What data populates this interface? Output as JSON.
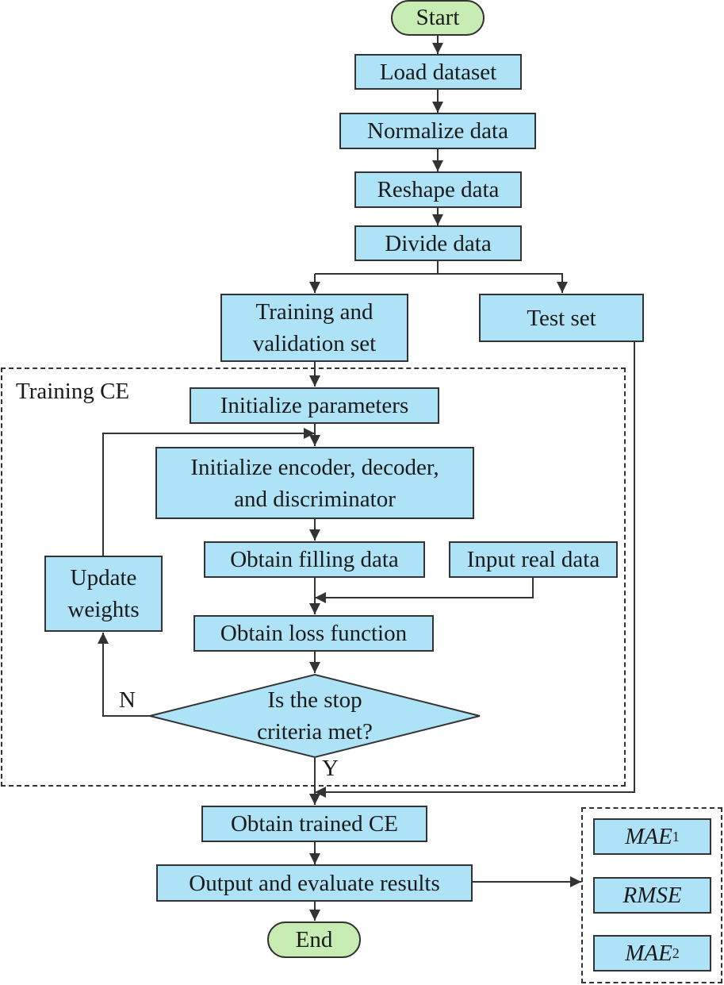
{
  "nodes": {
    "start": "Start",
    "load": "Load dataset",
    "normalize": "Normalize data",
    "reshape": "Reshape data",
    "divide": "Divide data",
    "train_val_1": "Training and",
    "train_val_2": "validation set",
    "test": "Test set",
    "group_label": "Training CE",
    "init_params": "Initialize parameters",
    "init_models_1": "Initialize encoder, decoder,",
    "init_models_2": "and discriminator",
    "filling": "Obtain filling data",
    "real": "Input real data",
    "loss": "Obtain loss function",
    "update_1": "Update",
    "update_2": "weights",
    "decision_1": "Is the stop",
    "decision_2": "criteria met?",
    "no": "N",
    "yes": "Y",
    "trained": "Obtain trained CE",
    "output": "Output and evaluate results",
    "end": "End"
  },
  "metrics": [
    {
      "main": "MAE",
      "sub": "1"
    },
    {
      "main": "RMSE",
      "sub": ""
    },
    {
      "main": "MAE",
      "sub": "2"
    }
  ],
  "colors": {
    "box_fill": "#aee3f7",
    "terminal_fill": "#c8edb4",
    "line": "#333333"
  }
}
